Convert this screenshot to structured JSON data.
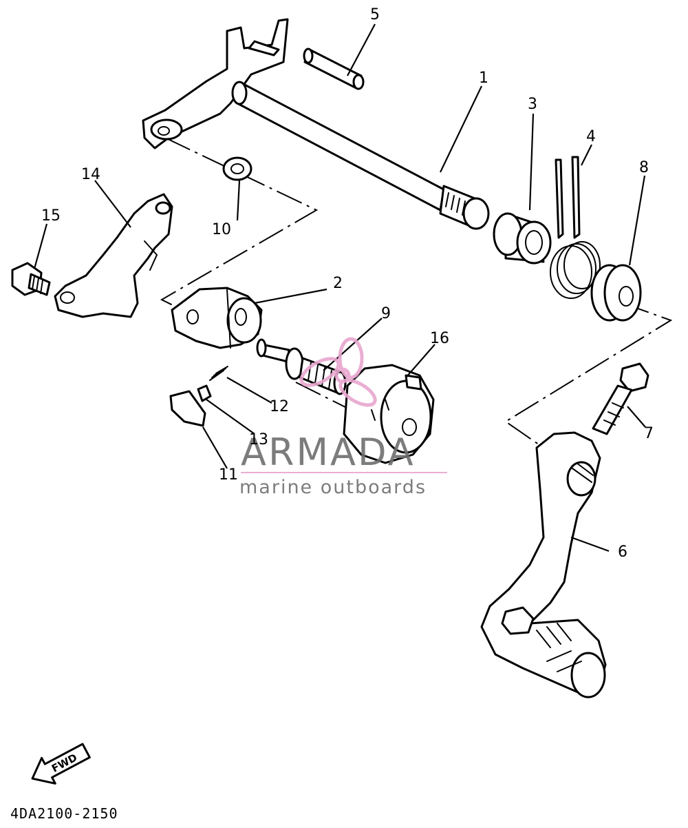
{
  "diagram_code": "4DA2100-2150",
  "direction_label": "FWD",
  "callouts": {
    "c1": "1",
    "c2": "2",
    "c3": "3",
    "c4": "4",
    "c5": "5",
    "c6": "6",
    "c7": "7",
    "c8": "8",
    "c9": "9",
    "c10": "10",
    "c11": "11",
    "c12": "12",
    "c13": "13",
    "c14": "14",
    "c15": "15",
    "c16": "16"
  },
  "watermark": {
    "brand": "ARMADA",
    "tagline": "marine outboards",
    "accent_color": "#e8a6cf",
    "text_color": "#6e6e6e"
  }
}
